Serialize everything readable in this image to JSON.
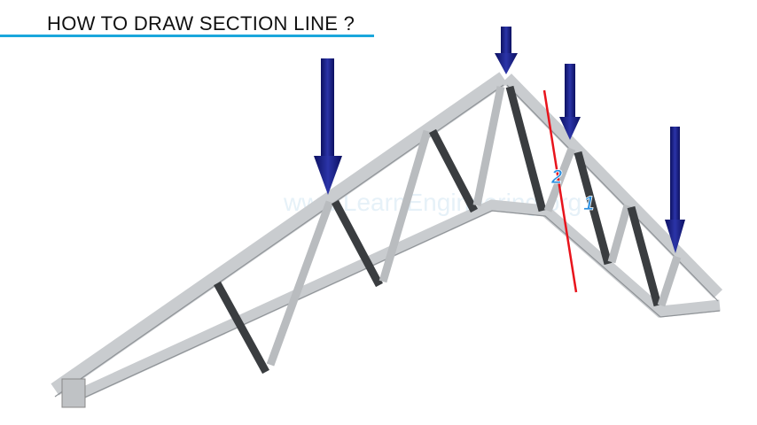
{
  "slide": {
    "title": "HOW TO DRAW SECTION LINE ?",
    "accent_color": "#1aa7dc"
  },
  "diagram": {
    "watermark": "www.LearnEngineering.org",
    "section_labels": [
      "2",
      "1"
    ],
    "label_color": "#2a8fe0",
    "section_line_color": "#e8141c",
    "load_arrow_color": "#151a78"
  }
}
